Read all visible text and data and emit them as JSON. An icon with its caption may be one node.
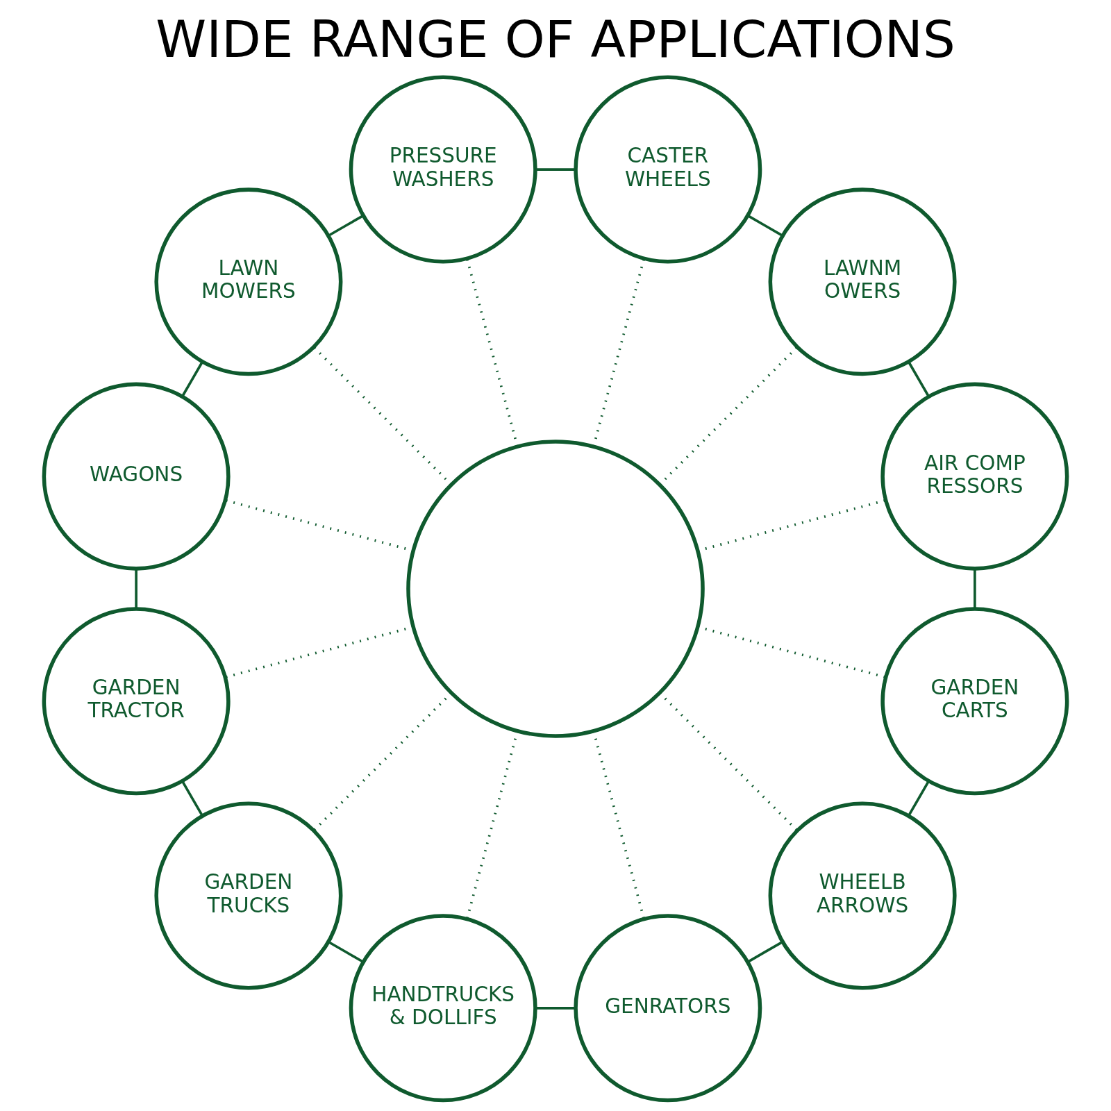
{
  "diagram": {
    "title": "WIDE RANGE OF APPLICATIONS",
    "nodes": [
      {
        "text": [],
        "shape": "circle"
      },
      {
        "text": [
          "AIR COMP RESSORS"
        ]
      },
      {
        "text": [
          "LAWNM OWERS"
        ]
      },
      {
        "text": [
          "CASTER WHEELS"
        ]
      },
      {
        "text": [
          "PRESSURE WASHERS"
        ]
      },
      {
        "text": [
          "LAWN MOWERS"
        ]
      },
      {
        "text": [
          "WAGONS"
        ]
      },
      {
        "text": [
          "GARDEN TRACTOR"
        ]
      },
      {
        "text": [
          "GARDEN TRUCKS"
        ]
      },
      {
        "text": [
          "HANDTRUCKS & DOLLIFS"
        ]
      },
      {
        "text": [
          "GENRATORS"
        ]
      },
      {
        "text": [
          "WHEELB ARROWS"
        ]
      },
      {
        "text": [
          "GARDEN CARTS"
        ]
      }
    ],
    "edges": [
      {
        "from": 0,
        "to": 1,
        "arrow": "none",
        "style": "dashed"
      },
      {
        "from": 0,
        "to": 2,
        "arrow": "none",
        "style": "dashed"
      },
      {
        "from": 0,
        "to": 3,
        "arrow": "none",
        "style": "dashed"
      },
      {
        "from": 0,
        "to": 4,
        "arrow": "none",
        "style": "dashed"
      },
      {
        "from": 0,
        "to": 5,
        "arrow": "none",
        "style": "dashed"
      },
      {
        "from": 0,
        "to": 6,
        "arrow": "none",
        "style": "dashed"
      },
      {
        "from": 0,
        "to": 7,
        "arrow": "none",
        "style": "dashed"
      },
      {
        "from": 0,
        "to": 8,
        "arrow": "none",
        "style": "dashed"
      },
      {
        "from": 0,
        "to": 9,
        "arrow": "none",
        "style": "dashed"
      },
      {
        "from": 0,
        "to": 10,
        "arrow": "none",
        "style": "dashed"
      },
      {
        "from": 0,
        "to": 11,
        "arrow": "none",
        "style": "dashed"
      },
      {
        "from": 0,
        "to": 12,
        "arrow": "none",
        "style": "dashed"
      },
      {
        "from": 1,
        "to": 2,
        "arrow": "none"
      },
      {
        "from": 2,
        "to": 3,
        "arrow": "none"
      },
      {
        "from": 3,
        "to": 4,
        "arrow": "none"
      },
      {
        "from": 4,
        "to": 5,
        "arrow": "none"
      },
      {
        "from": 5,
        "to": 6,
        "arrow": "none"
      },
      {
        "from": 6,
        "to": 7,
        "arrow": "none"
      },
      {
        "from": 7,
        "to": 8,
        "arrow": "none"
      },
      {
        "from": 8,
        "to": 9,
        "arrow": "none"
      },
      {
        "from": 9,
        "to": 10,
        "arrow": "none"
      },
      {
        "from": 10,
        "to": 11,
        "arrow": "none"
      },
      {
        "from": 11,
        "to": 12,
        "arrow": "none"
      },
      {
        "from": 12,
        "to": 1,
        "arrow": "none"
      }
    ]
  }
}
